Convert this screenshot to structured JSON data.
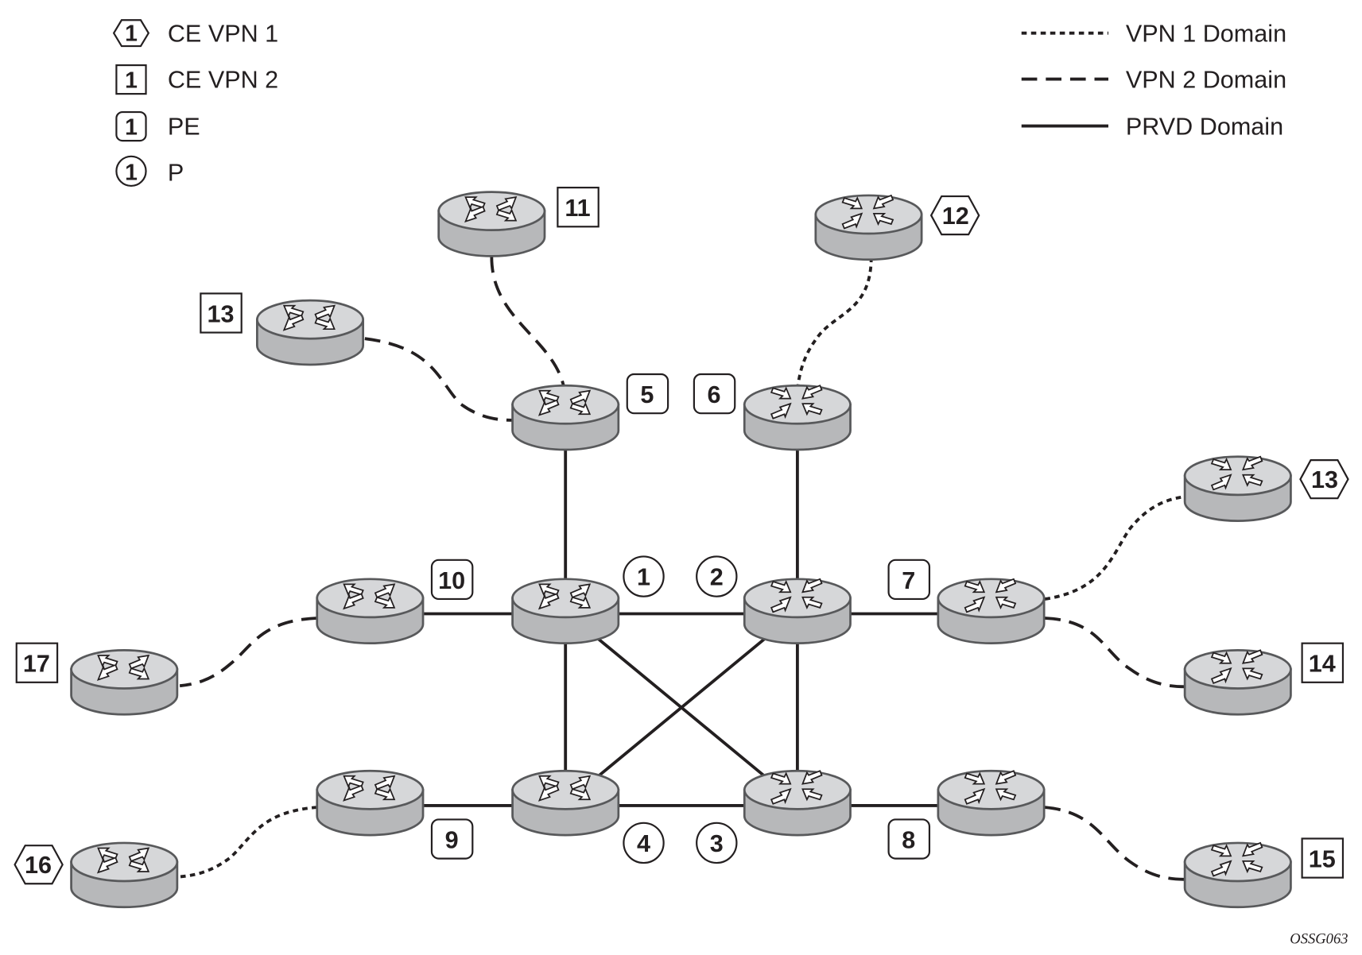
{
  "legend": {
    "node_types": [
      {
        "symbol": "hexagon",
        "sample_number": "1",
        "label": "CE VPN 1"
      },
      {
        "symbol": "square",
        "sample_number": "1",
        "label": "CE VPN 2"
      },
      {
        "symbol": "rounded-square",
        "sample_number": "1",
        "label": "PE"
      },
      {
        "symbol": "circle",
        "sample_number": "1",
        "label": "P"
      }
    ],
    "link_types": [
      {
        "style": "dotted",
        "label": "VPN 1 Domain"
      },
      {
        "style": "dashed",
        "label": "VPN 2 Domain"
      },
      {
        "style": "solid",
        "label": "PRVD Domain"
      }
    ]
  },
  "nodes": [
    {
      "id": "P1",
      "number": "1",
      "type": "P"
    },
    {
      "id": "P2",
      "number": "2",
      "type": "P"
    },
    {
      "id": "P3",
      "number": "3",
      "type": "P"
    },
    {
      "id": "P4",
      "number": "4",
      "type": "P"
    },
    {
      "id": "PE5",
      "number": "5",
      "type": "PE"
    },
    {
      "id": "PE6",
      "number": "6",
      "type": "PE"
    },
    {
      "id": "PE7",
      "number": "7",
      "type": "PE"
    },
    {
      "id": "PE8",
      "number": "8",
      "type": "PE"
    },
    {
      "id": "PE9",
      "number": "9",
      "type": "PE"
    },
    {
      "id": "PE10",
      "number": "10",
      "type": "PE"
    },
    {
      "id": "CE11",
      "number": "11",
      "type": "CE VPN 2"
    },
    {
      "id": "CE12",
      "number": "12",
      "type": "CE VPN 1"
    },
    {
      "id": "CE13L",
      "number": "13",
      "type": "CE VPN 2"
    },
    {
      "id": "CE13R",
      "number": "13",
      "type": "CE VPN 1"
    },
    {
      "id": "CE14",
      "number": "14",
      "type": "CE VPN 2"
    },
    {
      "id": "CE15",
      "number": "15",
      "type": "CE VPN 2"
    },
    {
      "id": "CE16",
      "number": "16",
      "type": "CE VPN 1"
    },
    {
      "id": "CE17",
      "number": "17",
      "type": "CE VPN 2"
    }
  ],
  "links": [
    {
      "from": "PE5",
      "to": "P1",
      "domain": "PRVD Domain"
    },
    {
      "from": "PE6",
      "to": "P2",
      "domain": "PRVD Domain"
    },
    {
      "from": "PE10",
      "to": "P1",
      "domain": "PRVD Domain"
    },
    {
      "from": "P1",
      "to": "P2",
      "domain": "PRVD Domain"
    },
    {
      "from": "P2",
      "to": "PE7",
      "domain": "PRVD Domain"
    },
    {
      "from": "P1",
      "to": "P4",
      "domain": "PRVD Domain"
    },
    {
      "from": "P2",
      "to": "P3",
      "domain": "PRVD Domain"
    },
    {
      "from": "P1",
      "to": "P3",
      "domain": "PRVD Domain"
    },
    {
      "from": "P2",
      "to": "P4",
      "domain": "PRVD Domain"
    },
    {
      "from": "PE9",
      "to": "P4",
      "domain": "PRVD Domain"
    },
    {
      "from": "P4",
      "to": "P3",
      "domain": "PRVD Domain"
    },
    {
      "from": "P3",
      "to": "PE8",
      "domain": "PRVD Domain"
    },
    {
      "from": "CE11",
      "to": "PE5",
      "domain": "VPN 2 Domain"
    },
    {
      "from": "CE13L",
      "to": "PE5",
      "domain": "VPN 2 Domain"
    },
    {
      "from": "CE12",
      "to": "PE6",
      "domain": "VPN 1 Domain"
    },
    {
      "from": "PE7",
      "to": "CE13R",
      "domain": "VPN 1 Domain"
    },
    {
      "from": "PE7",
      "to": "CE14",
      "domain": "VPN 2 Domain"
    },
    {
      "from": "PE8",
      "to": "CE15",
      "domain": "VPN 2 Domain"
    },
    {
      "from": "PE10",
      "to": "CE17",
      "domain": "VPN 2 Domain"
    },
    {
      "from": "PE9",
      "to": "CE16",
      "domain": "VPN 1 Domain"
    }
  ],
  "figure_id": "OSSG063"
}
